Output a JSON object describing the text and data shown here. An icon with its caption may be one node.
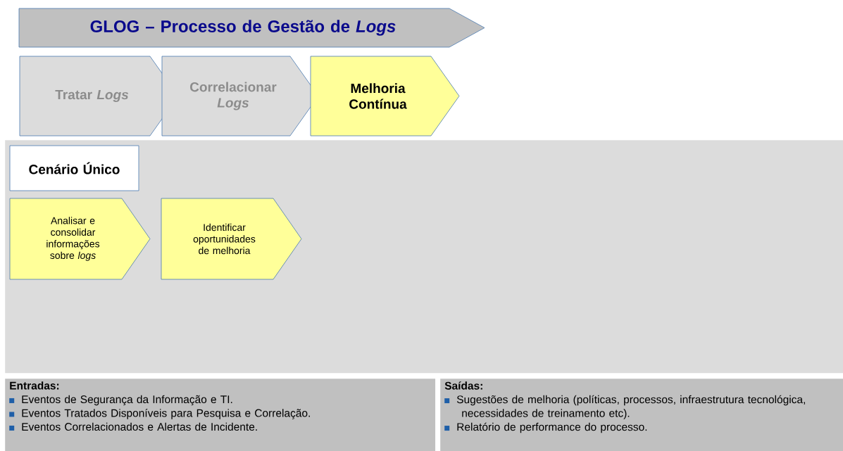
{
  "diagram": {
    "nodes": [
      {
        "text": [
          "GLOG – Processo de Gestão de *Logs*"
        ]
      },
      {
        "text": [
          "Tratar *Logs*"
        ]
      },
      {
        "text": [
          "Correlacionar *Logs*"
        ]
      },
      {
        "text": [
          "Melhoria Contínua"
        ]
      },
      {
        "text": [],
        "shape": "box"
      },
      {
        "text": [
          "Cenário Único"
        ],
        "in": 4
      },
      {
        "text": [
          "Analisar e consolidar informações sobre *logs*"
        ],
        "in": 4
      },
      {
        "text": [
          "Identificar oportunidades de melhoria"
        ],
        "in": 4
      },
      {
        "text": [
          "Entradas:",
          "Eventos de Segurança da Informação e TI.",
          "Eventos Tratados Disponíveis para Pesquisa e Correlação.",
          "Eventos Correlacionados e Alertas de Incidente."
        ]
      },
      {
        "text": [
          "Saídas:",
          "Sugestões de melhoria (políticas, processos, infraestrutura tecnológica, necessidades de treinamento etc).",
          "Relatório de performance do processo."
        ]
      }
    ]
  }
}
